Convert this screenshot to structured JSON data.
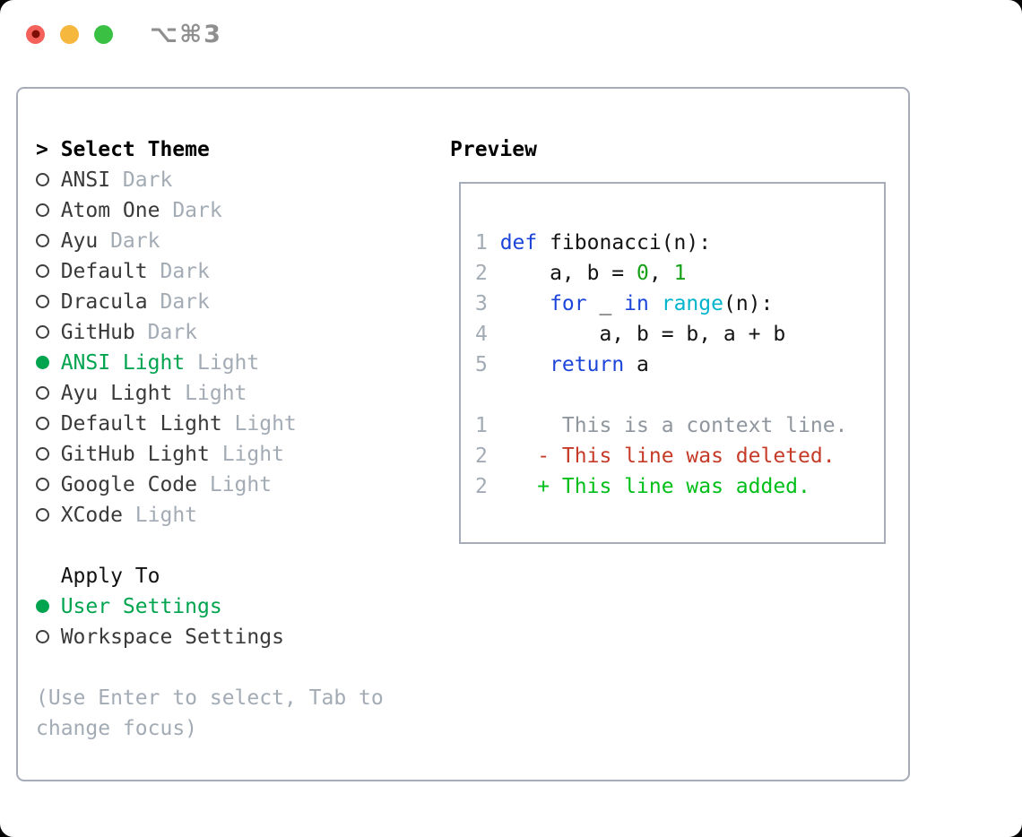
{
  "window": {
    "title": "⌥⌘3"
  },
  "colors": {
    "accent_green": "#00a44f",
    "added_green": "#00bf18",
    "deleted_red": "#c63b28",
    "keyword_blue": "#1c45d9",
    "builtin_cyan": "#00b4cc",
    "number_green": "#16a016",
    "muted_gray": "#a3abb5",
    "traffic_red": "#f4615b",
    "traffic_yellow": "#f6b73e",
    "traffic_green": "#3ac144"
  },
  "sidebar": {
    "header": {
      "marker": ">",
      "label": "Select Theme"
    },
    "items": [
      {
        "name": "ANSI",
        "variant": "Dark",
        "selected": false
      },
      {
        "name": "Atom One",
        "variant": "Dark",
        "selected": false
      },
      {
        "name": "Ayu",
        "variant": "Dark",
        "selected": false
      },
      {
        "name": "Default",
        "variant": "Dark",
        "selected": false
      },
      {
        "name": "Dracula",
        "variant": "Dark",
        "selected": false
      },
      {
        "name": "GitHub",
        "variant": "Dark",
        "selected": false
      },
      {
        "name": "ANSI Light",
        "variant": "Light",
        "selected": true
      },
      {
        "name": "Ayu Light",
        "variant": "Light",
        "selected": false
      },
      {
        "name": "Default Light",
        "variant": "Light",
        "selected": false
      },
      {
        "name": "GitHub Light",
        "variant": "Light",
        "selected": false
      },
      {
        "name": "Google Code",
        "variant": "Light",
        "selected": false
      },
      {
        "name": "XCode",
        "variant": "Light",
        "selected": false
      }
    ],
    "apply_to": {
      "header": "Apply To",
      "options": [
        {
          "label": "User Settings",
          "selected": true
        },
        {
          "label": "Workspace Settings",
          "selected": false
        }
      ]
    },
    "hint": "(Use Enter to select, Tab to\nchange focus)"
  },
  "preview": {
    "title": "Preview",
    "code": [
      {
        "num": "1",
        "tokens": [
          "def",
          " fibonacci(n):"
        ]
      },
      {
        "num": "2",
        "tokens": [
          "    a, b = ",
          "0",
          ", ",
          "1"
        ]
      },
      {
        "num": "3",
        "tokens": [
          "    ",
          "for",
          " _ ",
          "in",
          " ",
          "range",
          "(n):"
        ]
      },
      {
        "num": "4",
        "tokens": [
          "        a, b = b, a + b"
        ]
      },
      {
        "num": "5",
        "tokens": [
          "    ",
          "return",
          " a"
        ]
      }
    ],
    "diff": [
      {
        "num": "1",
        "kind": "context",
        "text": "     This is a context line."
      },
      {
        "num": "2",
        "kind": "deleted",
        "text": "   - This line was deleted."
      },
      {
        "num": "2",
        "kind": "added",
        "text": "   + This line was added."
      }
    ]
  }
}
